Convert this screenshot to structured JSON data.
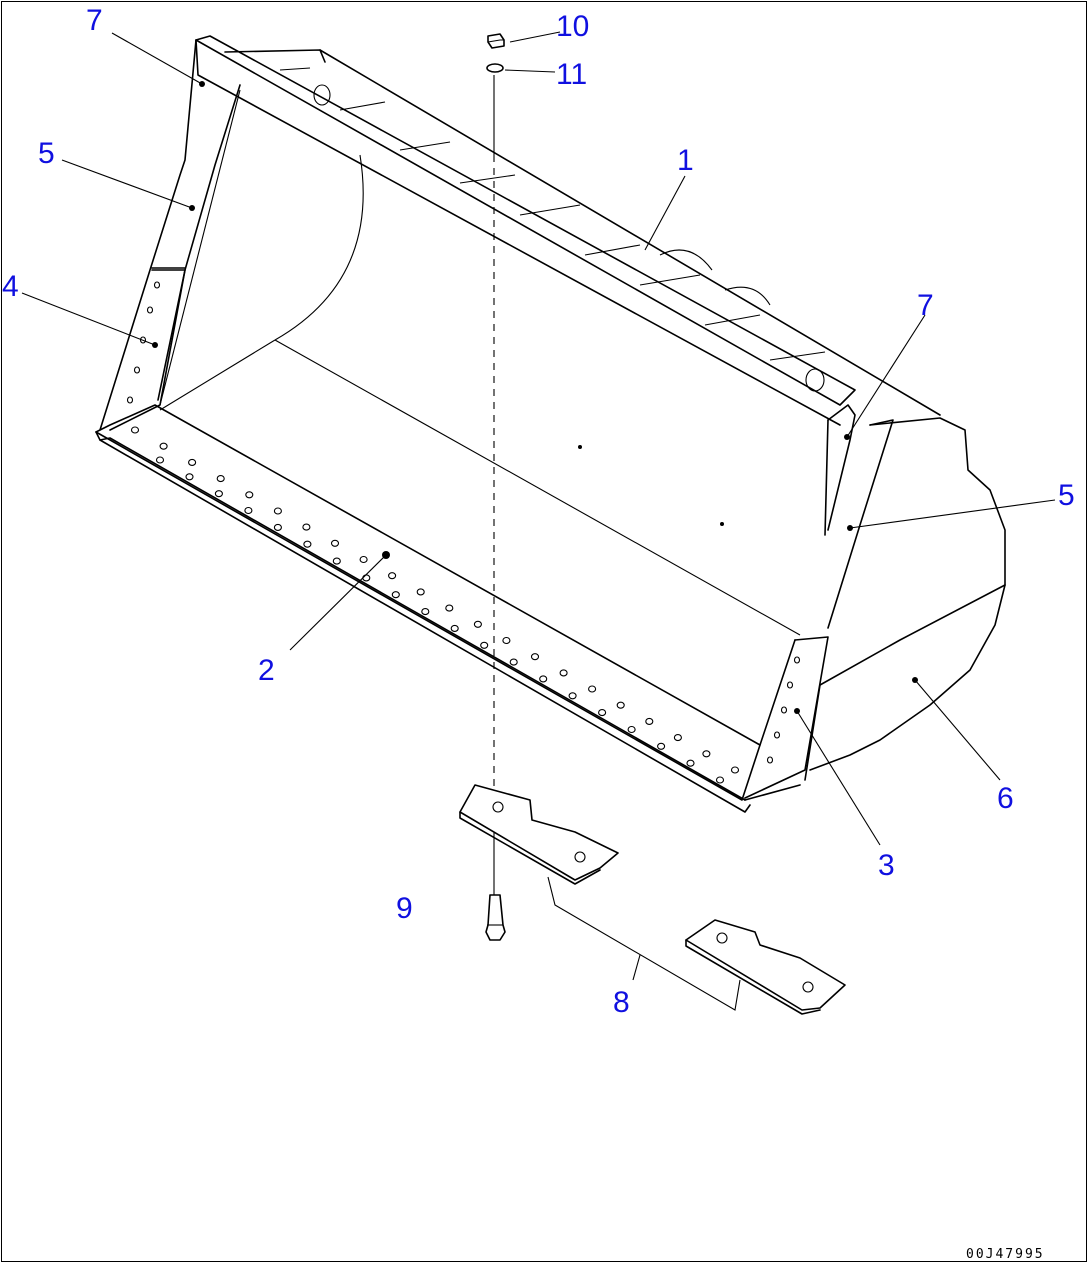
{
  "labels": {
    "l1": "1",
    "l2": "2",
    "l3": "3",
    "l4": "4",
    "l5a": "5",
    "l5b": "5",
    "l6": "6",
    "l7a": "7",
    "l7b": "7",
    "l8": "8",
    "l9": "9",
    "l10": "10",
    "l11": "11"
  },
  "drawing_code": "00J47995",
  "colors": {
    "callout": "#1010e0",
    "line": "#000000",
    "background": "#ffffff"
  }
}
